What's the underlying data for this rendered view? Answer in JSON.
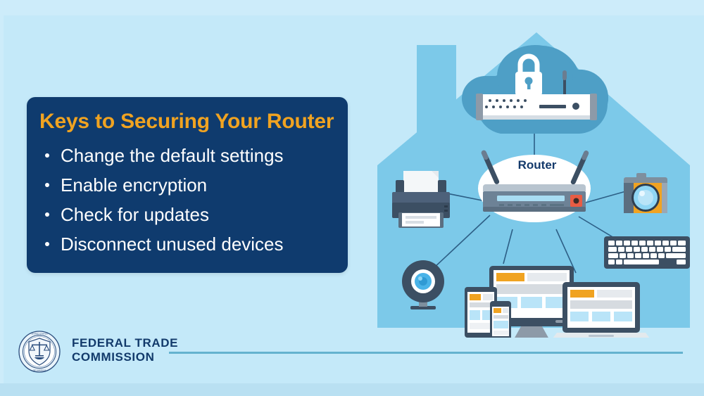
{
  "page": {
    "background_color": "#c4e9f9",
    "accent_color": "#f0a321",
    "card_color": "#0f3b6e",
    "house_color": "#7cc9e9",
    "cloud_color": "#4e9fc6"
  },
  "card": {
    "title": "Keys to Securing Your Router",
    "bullets": [
      "Change the default settings",
      "Enable encryption",
      "Check for updates",
      "Disconnect unused devices"
    ]
  },
  "logo": {
    "line1": "FEDERAL TRADE",
    "line2": "COMMISSION",
    "seal_icon": "ftc-seal-scales-of-justice-icon"
  },
  "illustration": {
    "house_icon": "house-silhouette-icon",
    "cloud_icon": "cloud-icon",
    "lock_icon": "padlock-icon",
    "modem_icon": "rack-modem-icon",
    "router_label": "Router",
    "router_icon": "wifi-router-icon",
    "devices": [
      {
        "name": "printer",
        "icon": "printer-icon"
      },
      {
        "name": "webcam",
        "icon": "webcam-icon"
      },
      {
        "name": "desktop-monitor",
        "icon": "desktop-monitor-icon"
      },
      {
        "name": "tablet",
        "icon": "tablet-icon"
      },
      {
        "name": "smartphone",
        "icon": "smartphone-icon"
      },
      {
        "name": "laptop",
        "icon": "laptop-icon"
      },
      {
        "name": "camera",
        "icon": "photo-camera-icon"
      },
      {
        "name": "keyboard",
        "icon": "keyboard-icon"
      }
    ]
  }
}
